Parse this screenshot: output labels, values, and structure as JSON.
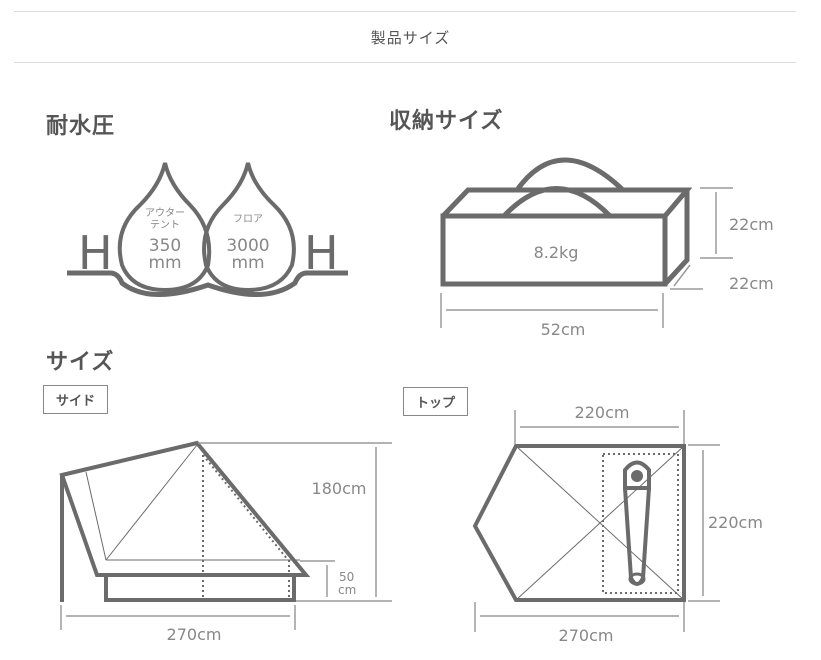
{
  "header": {
    "title": "製品サイズ"
  },
  "water_resistance": {
    "heading": "耐水圧",
    "outer_tent": {
      "label_line1": "アウター",
      "label_line2": "テント",
      "value": "350",
      "unit": "mm"
    },
    "floor": {
      "label": "フロア",
      "value": "3000",
      "unit": "mm"
    },
    "h_left": "H",
    "h_right": "H"
  },
  "storage": {
    "heading": "収納サイズ",
    "weight": "8.2kg",
    "height": "22cm",
    "depth": "22cm",
    "width": "52cm"
  },
  "size": {
    "heading": "サイズ",
    "side": {
      "tag": "サイド",
      "height": "180cm",
      "floor_height_value": "50",
      "floor_height_unit": "cm",
      "length": "270cm"
    },
    "top": {
      "tag": "トップ",
      "inner_width": "220cm",
      "depth": "220cm",
      "length": "270cm"
    }
  },
  "colors": {
    "stroke": "#6b6b6b",
    "dimension": "#9a9a9a",
    "text": "#888888"
  }
}
